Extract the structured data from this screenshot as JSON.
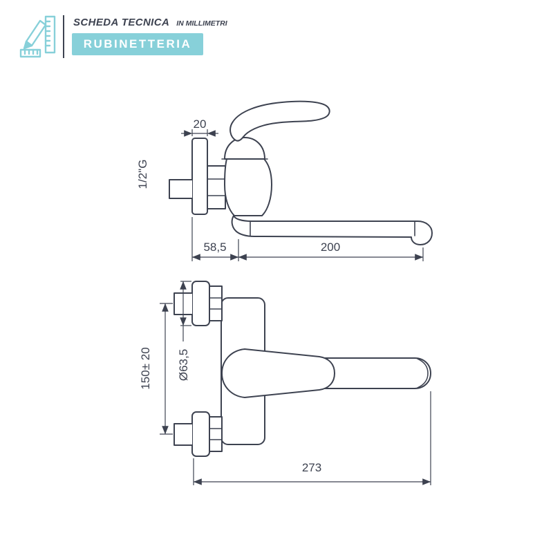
{
  "header": {
    "title": "SCHEDA TECNICA",
    "subtitle": "IN MILLIMETRI",
    "brand": "RUBINETTERIA"
  },
  "colors": {
    "accent": "#87d0d9",
    "line": "#3d4250"
  },
  "dimensions": {
    "side_view": {
      "plate_thickness": "20",
      "inlet_thread": "1/2\"G",
      "wall_to_spout": "58,5",
      "spout_length": "200"
    },
    "top_view": {
      "inlet_spacing": "150± 20",
      "flange_diameter": "Ø63,5",
      "overall_depth": "273"
    }
  }
}
